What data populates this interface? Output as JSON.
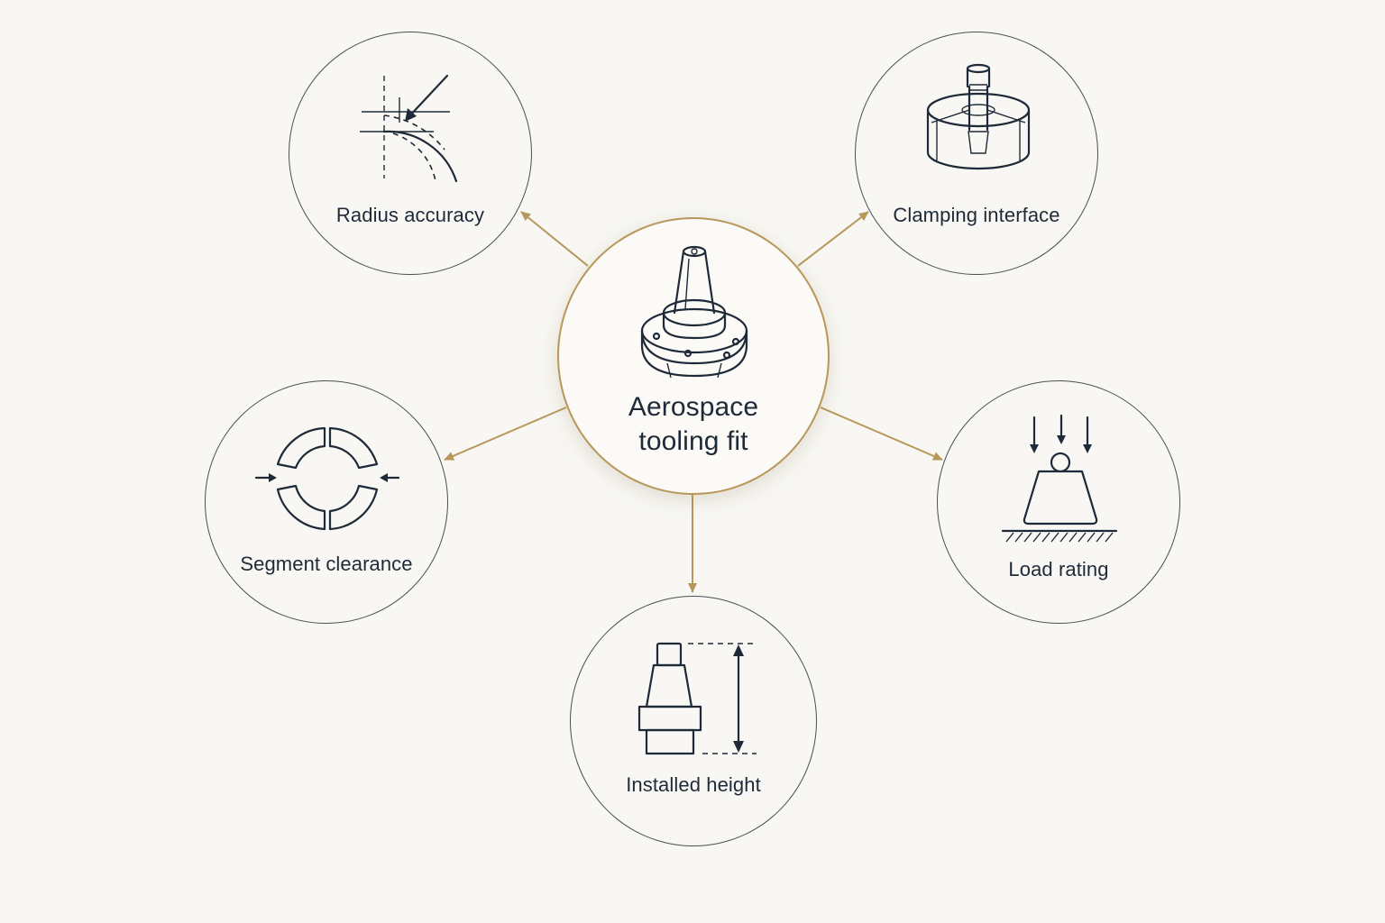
{
  "colors": {
    "background": "#f8f7f3",
    "accent": "#b8975a",
    "ink": "#1e2a38",
    "outline": "#4a4f55"
  },
  "center": {
    "label_line1": "Aerospace",
    "label_line2": "tooling fit",
    "icon": "flanged-tool-holder-icon"
  },
  "nodes": {
    "radius_accuracy": {
      "label": "Radius accuracy",
      "icon": "radius-gauge-icon"
    },
    "clamping_interface": {
      "label": "Clamping interface",
      "icon": "clamp-fixture-icon"
    },
    "segment_clearance": {
      "label": "Segment clearance",
      "icon": "segmented-ring-icon"
    },
    "load_rating": {
      "label": "Load rating",
      "icon": "weight-load-icon"
    },
    "installed_height": {
      "label": "Installed height",
      "icon": "height-dimension-icon"
    }
  }
}
